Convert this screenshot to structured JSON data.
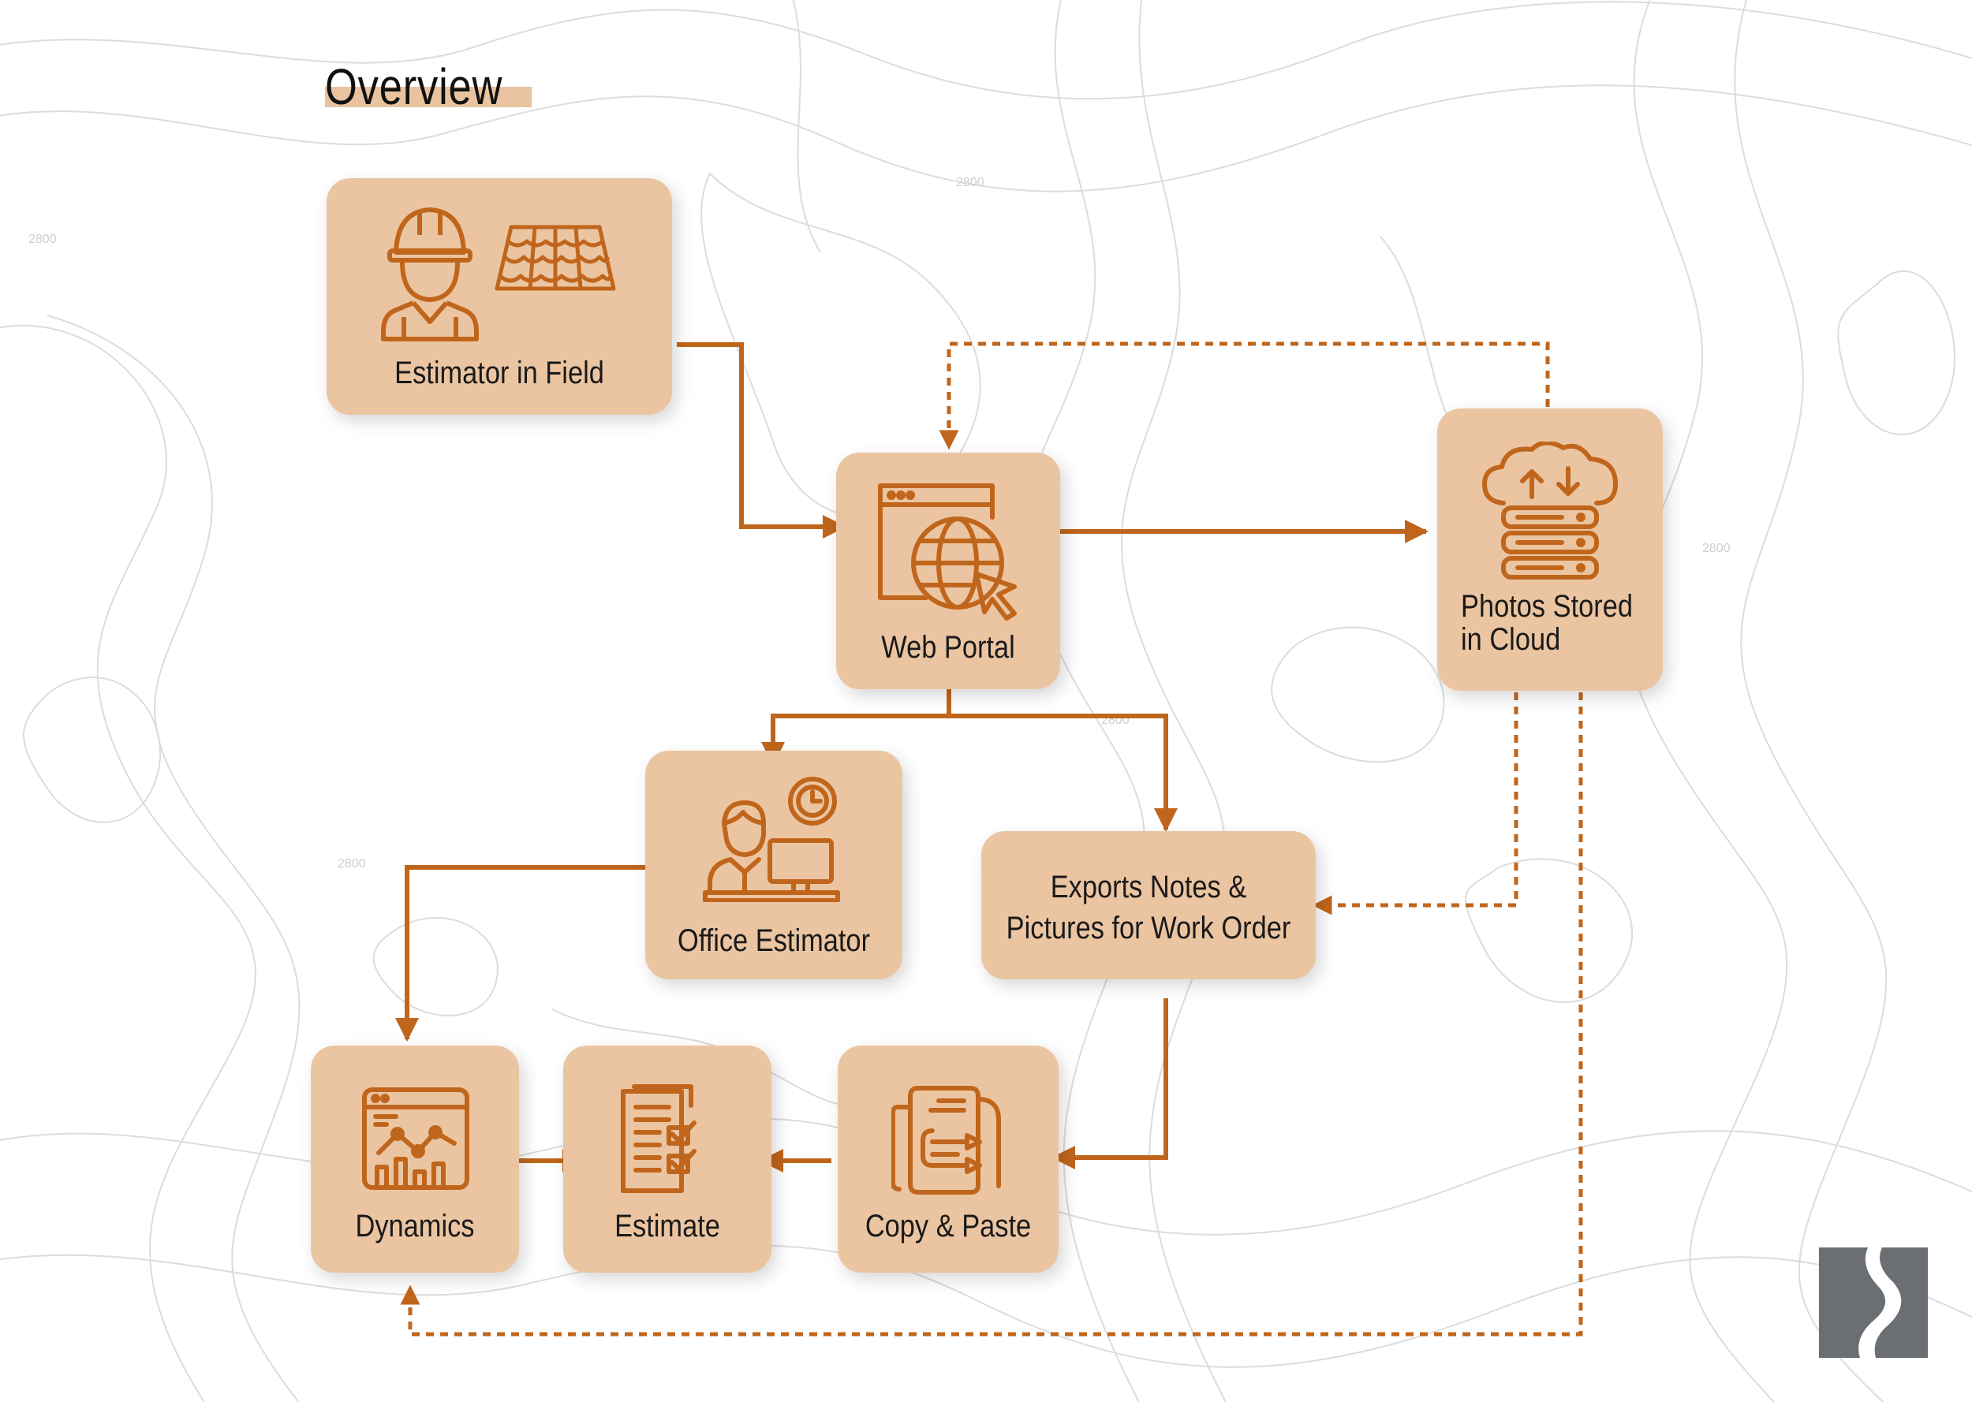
{
  "title": "Overview",
  "nodes": {
    "estimator_in_field": {
      "label": "Estimator in Field"
    },
    "web_portal": {
      "label": "Web Portal"
    },
    "photos_cloud": {
      "line1": "Photos Stored",
      "line2": "in Cloud"
    },
    "office_estimator": {
      "label": "Office Estimator"
    },
    "exports_notes": {
      "line1": "Exports Notes &",
      "line2": "Pictures for Work Order"
    },
    "dynamics": {
      "label": "Dynamics"
    },
    "estimate": {
      "label": "Estimate"
    },
    "copy_paste": {
      "label": "Copy & Paste"
    }
  },
  "map_contour_labels": [
    "2800",
    "2800",
    "2800",
    "2800",
    "2800"
  ],
  "colors": {
    "accent": "#c0661c",
    "box_fill": "#ebc5a1",
    "title_highlight": "#e9c39f",
    "logo": "#6b6e72"
  },
  "icons": [
    "worker-hardhat-icon",
    "roof-tiles-icon",
    "web-globe-cursor-icon",
    "cloud-server-icon",
    "office-worker-clock-icon",
    "dashboard-chart-icon",
    "checklist-document-icon",
    "copy-documents-icon",
    "road-logo-icon"
  ]
}
